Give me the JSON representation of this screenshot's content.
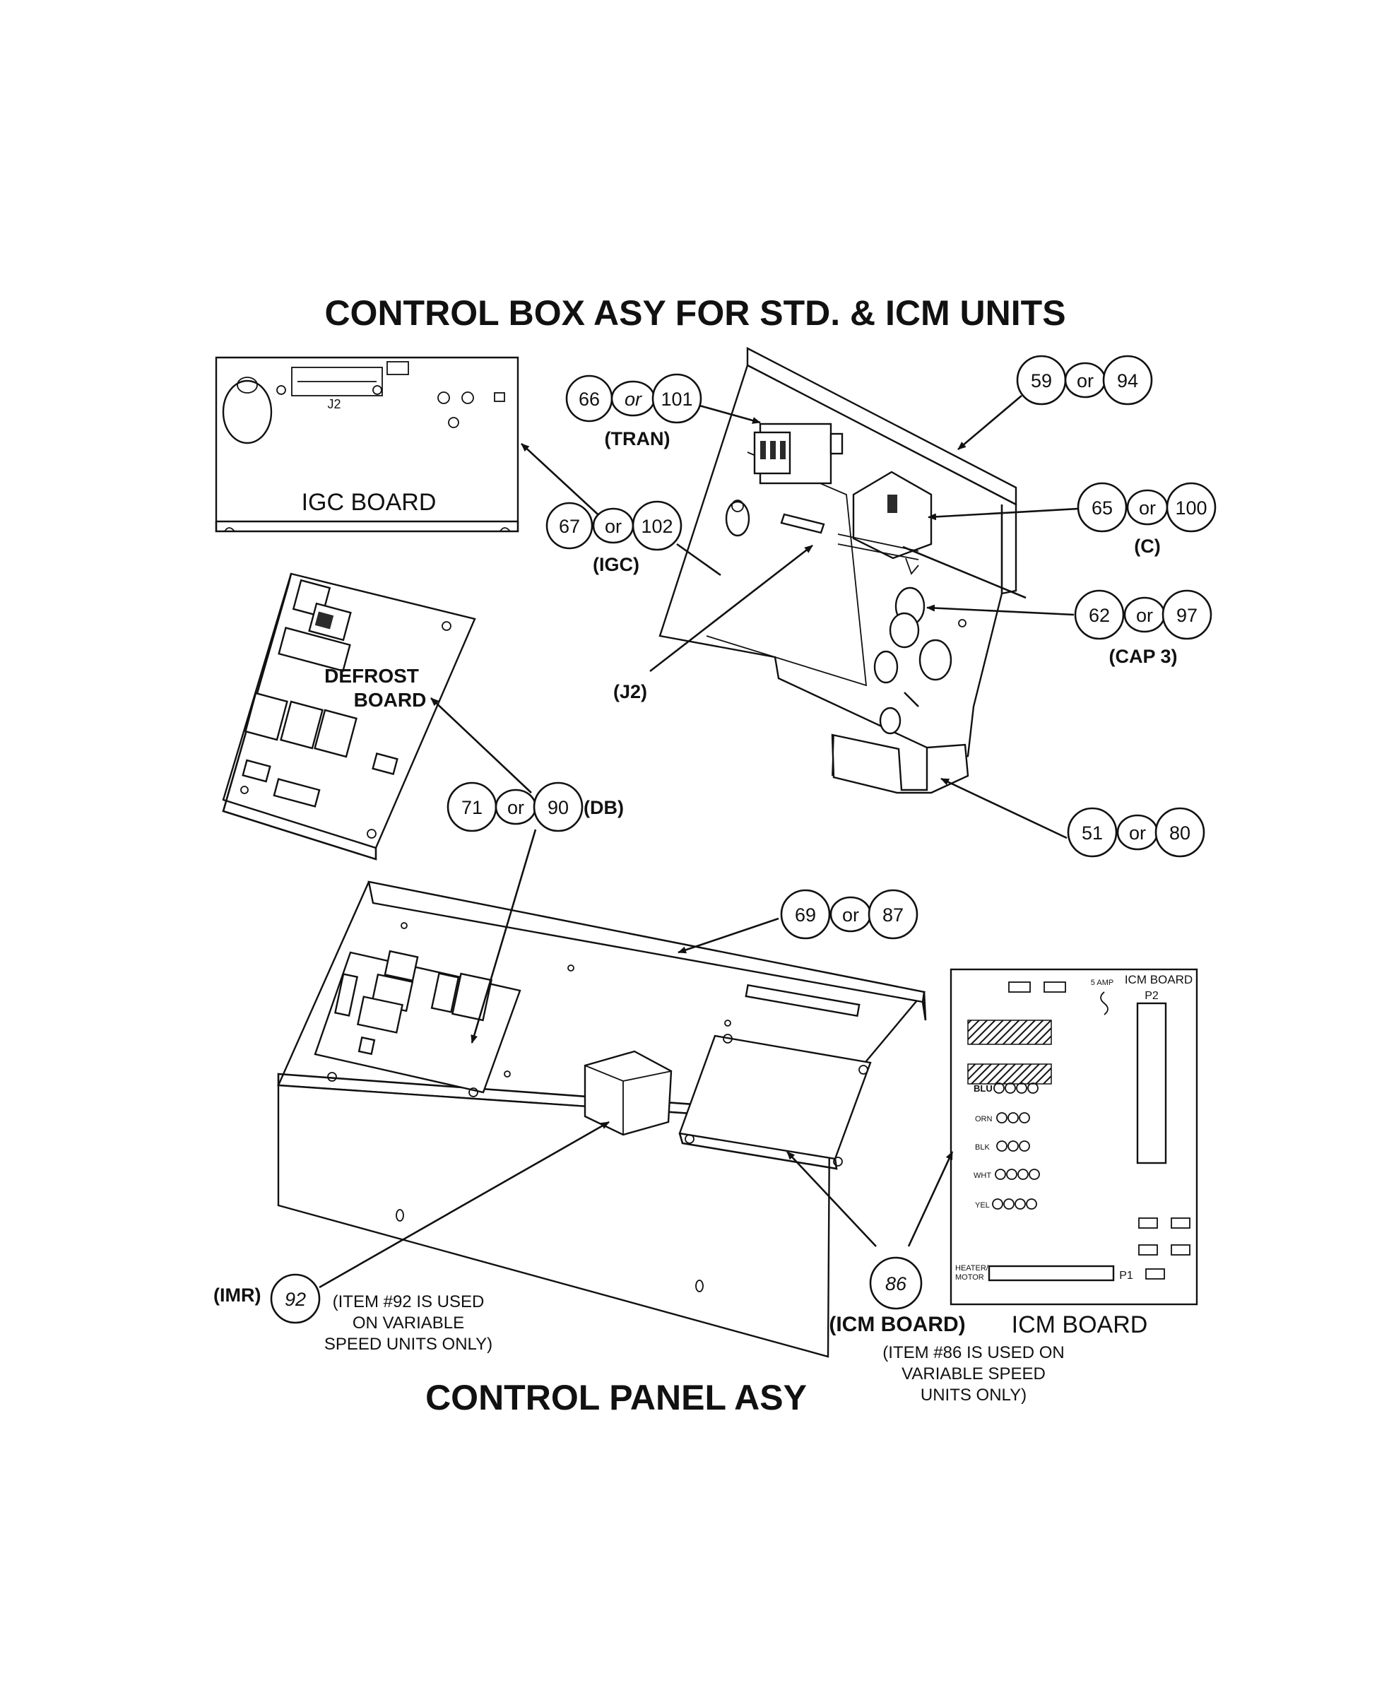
{
  "titles": {
    "control_box": "CONTROL BOX ASY FOR STD. & ICM UNITS",
    "control_panel": "CONTROL PANEL ASY"
  },
  "board_labels": {
    "igc_board": "IGC BOARD",
    "igc_j2": "J2",
    "defrost_line1": "DEFROST",
    "defrost_line2": "BOARD",
    "icm_board_caption": "ICM BOARD",
    "icm_board_inner": "ICM BOARD",
    "icm_5amp": "5 AMP",
    "icm_p1": "P1",
    "icm_p2": "P2",
    "icm_heater_motor_1": "HEATER/",
    "icm_heater_motor_2": "MOTOR",
    "icm_wire_blu": "BLU",
    "icm_wire_orn": "ORN",
    "icm_wire_blk": "BLK",
    "icm_wire_wht": "WHT",
    "icm_wire_yel": "YEL"
  },
  "callouts": [
    {
      "id": "tran",
      "a": "66",
      "or": "or",
      "b": "101",
      "tag": "(TRAN)"
    },
    {
      "id": "box",
      "a": "59",
      "or": "or",
      "b": "94",
      "tag": ""
    },
    {
      "id": "igc",
      "a": "67",
      "or": "or",
      "b": "102",
      "tag": "(IGC)"
    },
    {
      "id": "contactor",
      "a": "65",
      "or": "or",
      "b": "100",
      "tag": "(C)"
    },
    {
      "id": "cap",
      "a": "62",
      "or": "or",
      "b": "97",
      "tag": "(CAP 3)"
    },
    {
      "id": "cover",
      "a": "51",
      "or": "or",
      "b": "80",
      "tag": ""
    },
    {
      "id": "db",
      "a": "71",
      "or": "or",
      "b": "90",
      "tag": "(DB)"
    },
    {
      "id": "panel",
      "a": "69",
      "or": "or",
      "b": "87",
      "tag": ""
    }
  ],
  "single_callouts": {
    "j2": "(J2)",
    "imr_tag": "(IMR)",
    "imr_num": "92",
    "icm_num": "86",
    "icm_tag": "(ICM BOARD)"
  },
  "notes": {
    "imr_line1": "(ITEM #92 IS USED",
    "imr_line2": "ON VARIABLE",
    "imr_line3": "SPEED UNITS ONLY)",
    "icm_line1": "(ITEM #86 IS USED ON",
    "icm_line2": "VARIABLE SPEED",
    "icm_line3": "UNITS ONLY)"
  }
}
